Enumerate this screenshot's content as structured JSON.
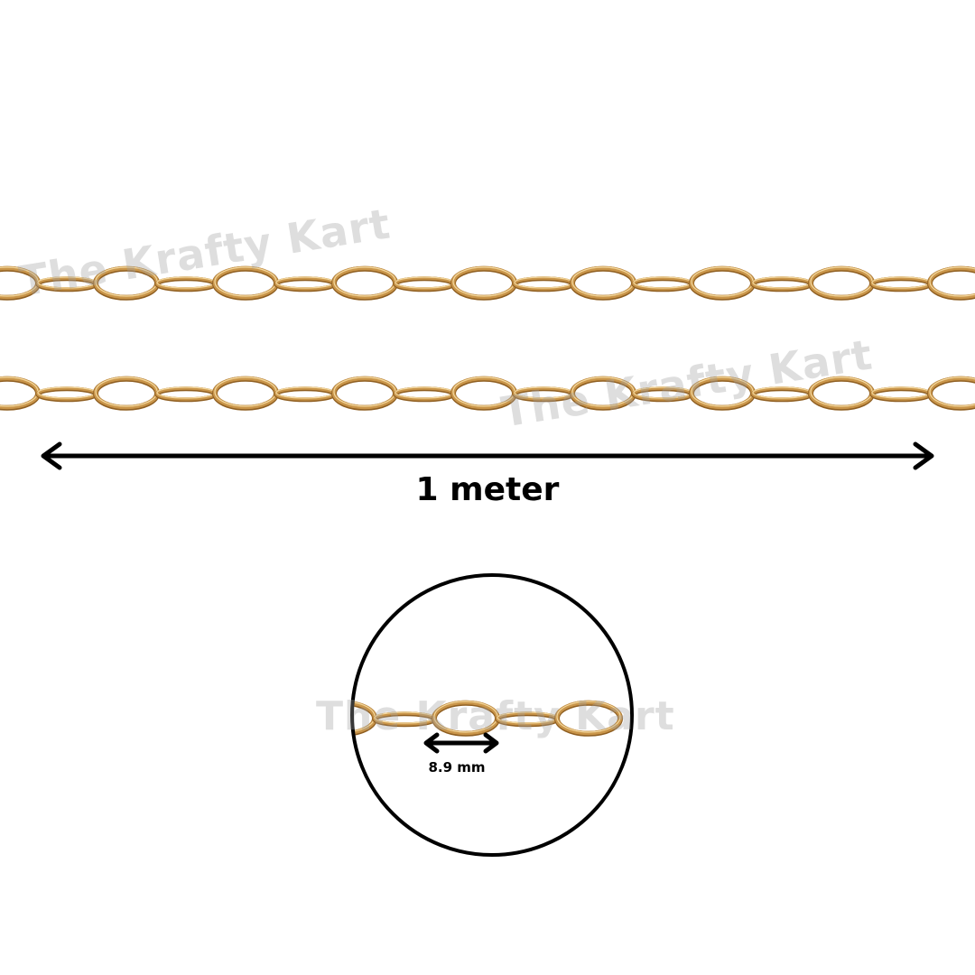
{
  "watermark": {
    "text_top": "The Krafty Kart",
    "text_middle": "The Krafty Kart",
    "text_zoom": "The Krafty Kart"
  },
  "length_measure": {
    "label": "1 meter"
  },
  "zoom_detail": {
    "link_length_label": "8.9 mm"
  },
  "colors": {
    "chain_gold": "#c9954a",
    "chain_highlight": "#f3d79c",
    "chain_shadow": "#8f5f22",
    "ink": "#000000",
    "background": "#ffffff"
  },
  "icons": {
    "arrow": "double-headed-arrow-icon",
    "zoom": "magnifier-circle"
  }
}
